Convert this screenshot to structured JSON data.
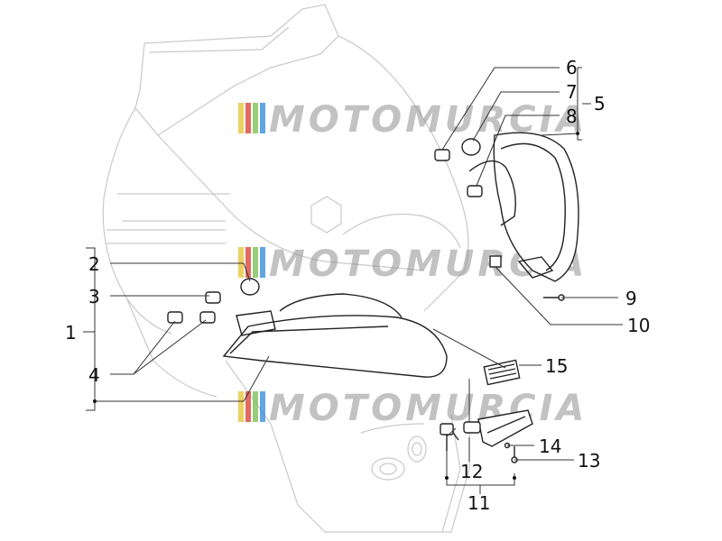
{
  "watermark": {
    "text": "MOTOMURCIA",
    "stripe_colors": [
      "#e6c63a",
      "#d9463a",
      "#7fbf5a",
      "#3a8fd9"
    ]
  },
  "callouts": [
    {
      "id": "1",
      "text": "1"
    },
    {
      "id": "2",
      "text": "2"
    },
    {
      "id": "3",
      "text": "3"
    },
    {
      "id": "4",
      "text": "4"
    },
    {
      "id": "5",
      "text": "5"
    },
    {
      "id": "6",
      "text": "6"
    },
    {
      "id": "7",
      "text": "7"
    },
    {
      "id": "8",
      "text": "8"
    },
    {
      "id": "9",
      "text": "9"
    },
    {
      "id": "10",
      "text": "10"
    },
    {
      "id": "11",
      "text": "11"
    },
    {
      "id": "12",
      "text": "12"
    },
    {
      "id": "13",
      "text": "13"
    },
    {
      "id": "14",
      "text": "14"
    },
    {
      "id": "15",
      "text": "15"
    }
  ]
}
